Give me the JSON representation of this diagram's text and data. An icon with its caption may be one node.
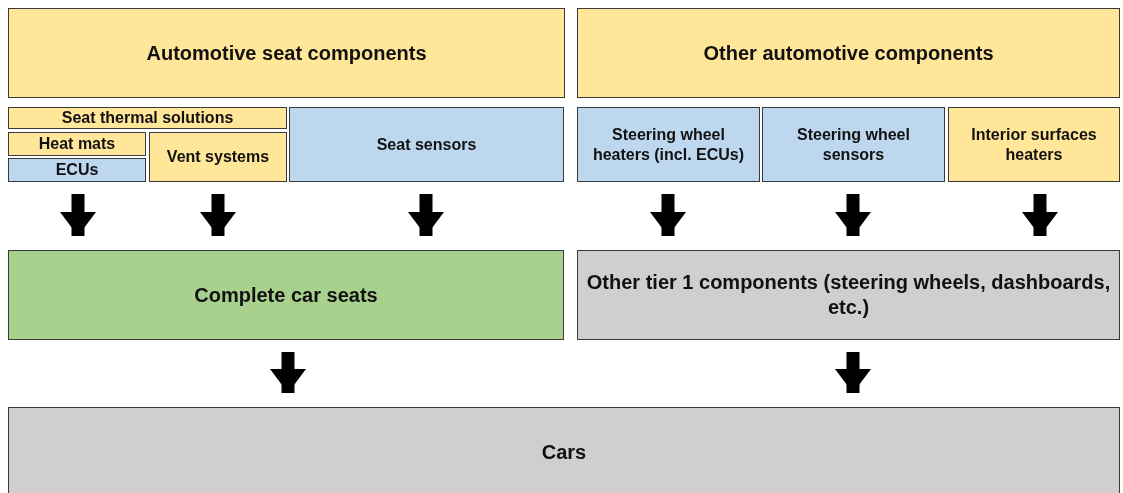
{
  "diagram": {
    "nodes": [
      {
        "text": [
          "Automotive seat components"
        ]
      },
      {
        "text": [
          "Seat thermal solutions"
        ]
      },
      {
        "text": [
          "Heat mats"
        ]
      },
      {
        "text": [
          "ECUs"
        ]
      },
      {
        "text": [
          "Vent systems"
        ]
      },
      {
        "text": [
          "Seat sensors"
        ]
      },
      {
        "text": [
          "Other automotive components"
        ]
      },
      {
        "text": [
          "Steering wheel heaters (incl. ECUs)"
        ]
      },
      {
        "text": [
          "Steering wheel sensors"
        ]
      },
      {
        "text": [
          "Interior surfaces heaters"
        ]
      },
      {
        "text": [
          "Complete car seats"
        ]
      },
      {
        "text": [
          "Other tier 1 components (steering wheels, dashboards, etc.)"
        ]
      },
      {
        "text": [
          "Cars"
        ]
      }
    ],
    "edges": [
      {
        "from": 3,
        "to": 10,
        "arrow": "to"
      },
      {
        "from": 4,
        "to": 10,
        "arrow": "to"
      },
      {
        "from": 5,
        "to": 10,
        "arrow": "to"
      },
      {
        "from": 7,
        "to": 11,
        "arrow": "to"
      },
      {
        "from": 8,
        "to": 11,
        "arrow": "to"
      },
      {
        "from": 9,
        "to": 11,
        "arrow": "to"
      },
      {
        "from": 10,
        "to": 12,
        "arrow": "to"
      },
      {
        "from": 11,
        "to": 12,
        "arrow": "to"
      }
    ]
  }
}
